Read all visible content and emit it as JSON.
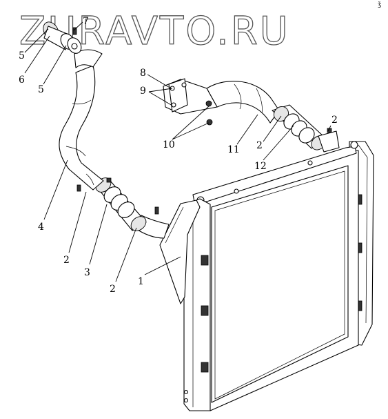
{
  "watermark": "ZURAVTO.RU",
  "corner_mark": "ǯ",
  "callouts": {
    "c1": "1",
    "c2a": "2",
    "c2b": "2",
    "c2c": "2",
    "c2d": "2",
    "c3": "3",
    "c4": "4",
    "c5a": "5",
    "c5b": "5",
    "c6": "6",
    "c7": "7",
    "c8": "8",
    "c9": "9",
    "c10": "10",
    "c11": "11",
    "c12": "12"
  }
}
